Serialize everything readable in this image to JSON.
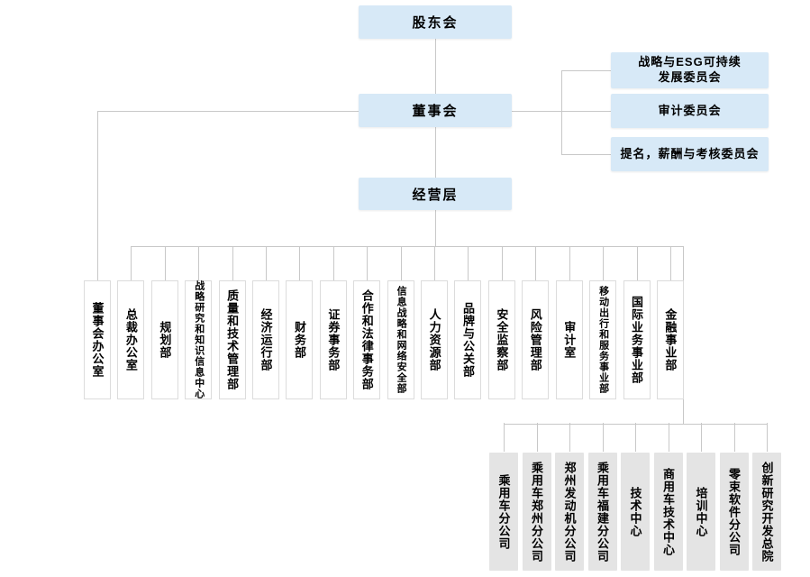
{
  "colors": {
    "node_blue": "#d7e9f7",
    "node_gray": "#e4e4e4",
    "line": "#c8c8c8",
    "dept_border": "#dcdcdc",
    "text": "#000000"
  },
  "org_chart": {
    "top_nodes": {
      "shareholders": "股东会",
      "board": "董事会",
      "management": "经营层"
    },
    "board_committees": [
      "战略与ESG可持续\n发展委员会",
      "审计委员会",
      "提名，薪酬与考核委员会"
    ],
    "departments": [
      "董事会办公室",
      "总裁办公室",
      "规划部",
      "战略研究和知识信息中心",
      "质量和技术管理部",
      "经济运行部",
      "财务部",
      "证券事务部",
      "合作和法律事务部",
      "信息战略和网络安全部",
      "人力资源部",
      "品牌与公关部",
      "安全监察部",
      "风险管理部",
      "审计室",
      "移动出行和服务事业部",
      "国际业务事业部",
      "金融事业部"
    ],
    "subsidiaries": [
      "乘用车分公司",
      "乘用车郑州分公司",
      "郑州发动机分公司",
      "乘用车福建分公司",
      "技术中心",
      "商用车技术中心",
      "培训中心",
      "零束软件分公司",
      "创新研究开发总院"
    ]
  }
}
